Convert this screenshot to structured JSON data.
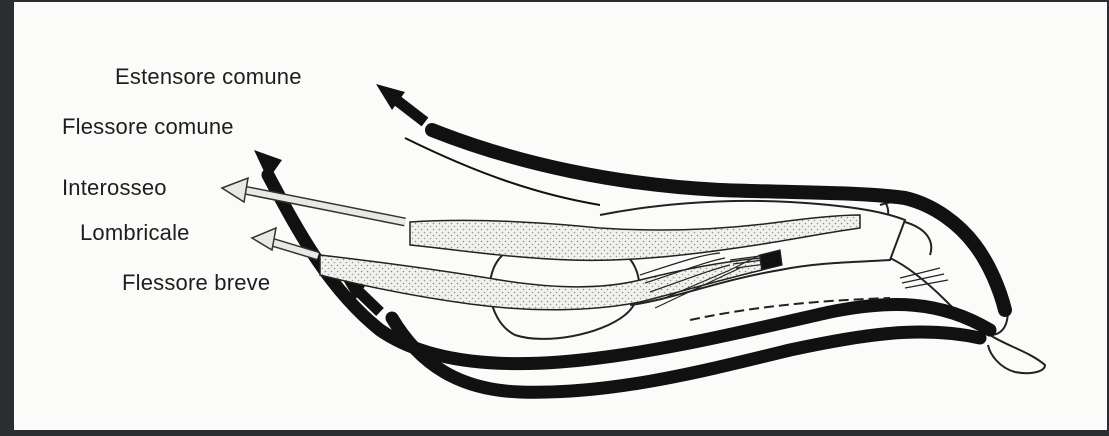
{
  "labels": {
    "estensore_comune": "Estensore comune",
    "flessore_comune": "Flessore comune",
    "interosseo": "Interosseo",
    "lombricale": "Lombricale",
    "flessore_breve": "Flessore breve"
  }
}
